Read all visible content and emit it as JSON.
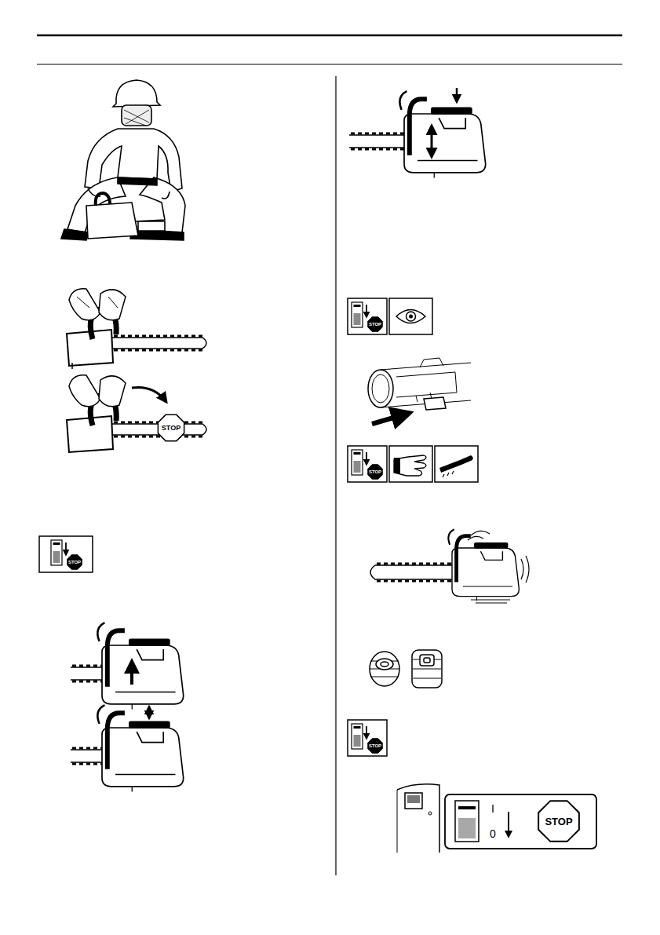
{
  "diagram": {
    "labels": [
      "STOP",
      "STOP",
      "STOP",
      "STOP",
      "STOP",
      "I",
      "0",
      "STOP"
    ]
  }
}
